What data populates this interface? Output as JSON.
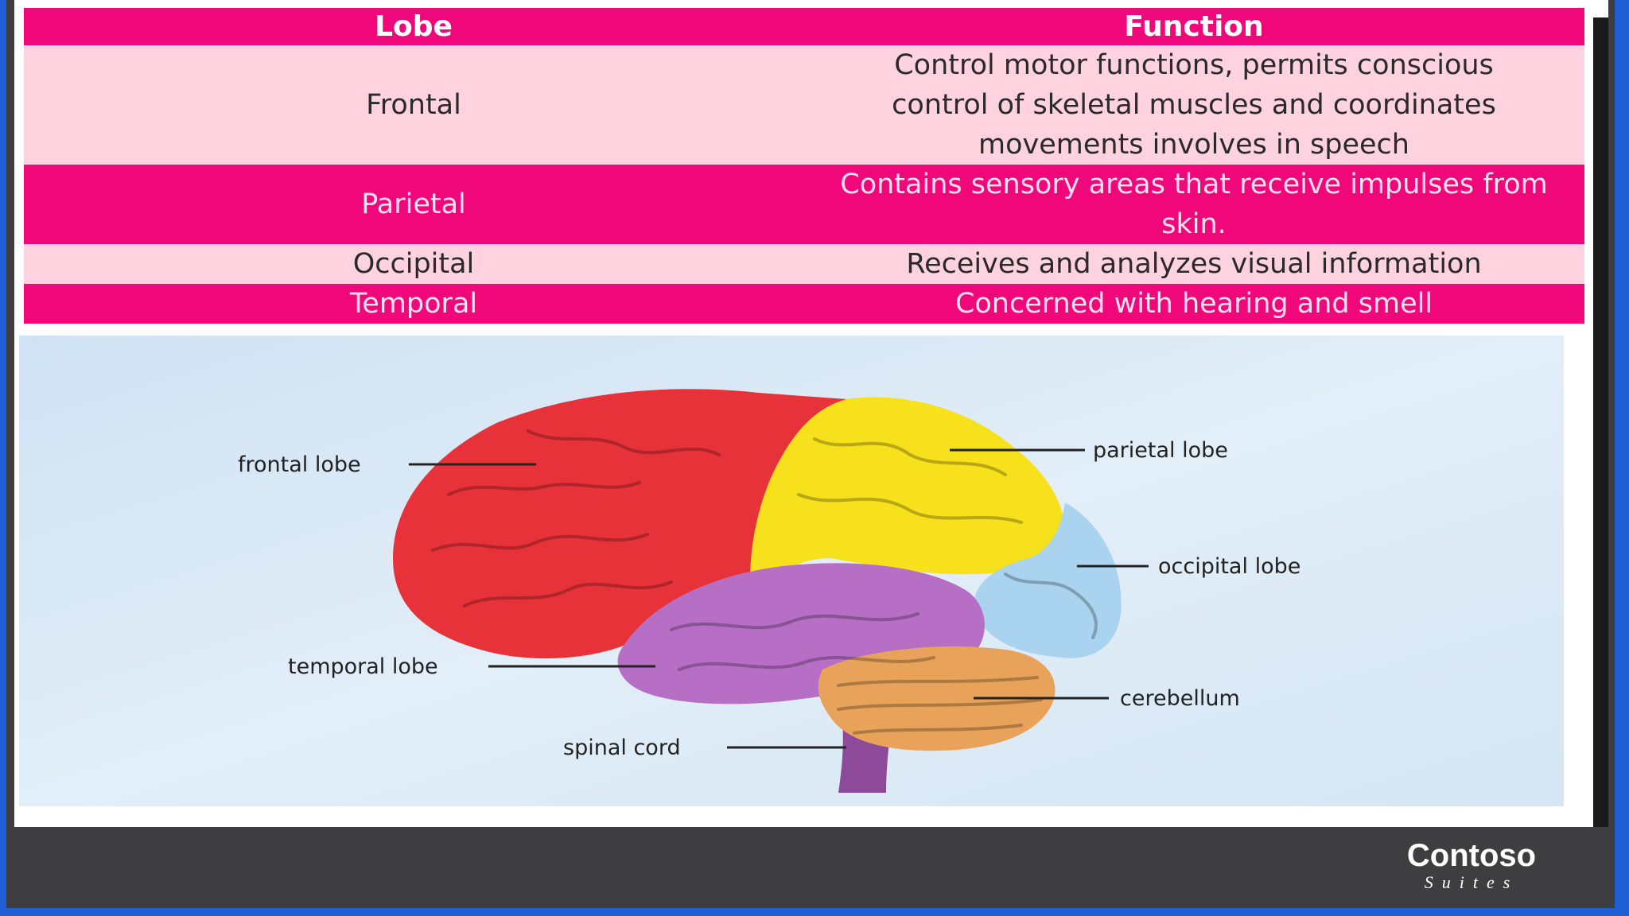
{
  "table": {
    "headers": [
      "Lobe",
      "Function"
    ],
    "rows": [
      {
        "lobe": "Frontal",
        "function": "Control motor functions, permits conscious control of skeletal muscles and coordinates movements involves in speech"
      },
      {
        "lobe": "Parietal",
        "function": "Contains sensory areas that receive impulses from skin."
      },
      {
        "lobe": "Occipital",
        "function": "Receives and analyzes visual information"
      },
      {
        "lobe": "Temporal",
        "function": "Concerned with hearing and smell"
      }
    ]
  },
  "diagram": {
    "labels": {
      "frontal": "frontal lobe",
      "parietal": "parietal lobe",
      "occipital": "occipital lobe",
      "temporal": "temporal lobe",
      "cerebellum": "cerebellum",
      "spinal": "spinal cord"
    },
    "colors": {
      "frontal": "#e8323a",
      "parietal": "#f7e01c",
      "occipital": "#a9d3ee",
      "temporal": "#b66fc4",
      "cerebellum": "#e9a25a",
      "spinal": "#8d4a9a"
    }
  },
  "brand": {
    "name": "Contoso",
    "tagline": "Suites"
  }
}
